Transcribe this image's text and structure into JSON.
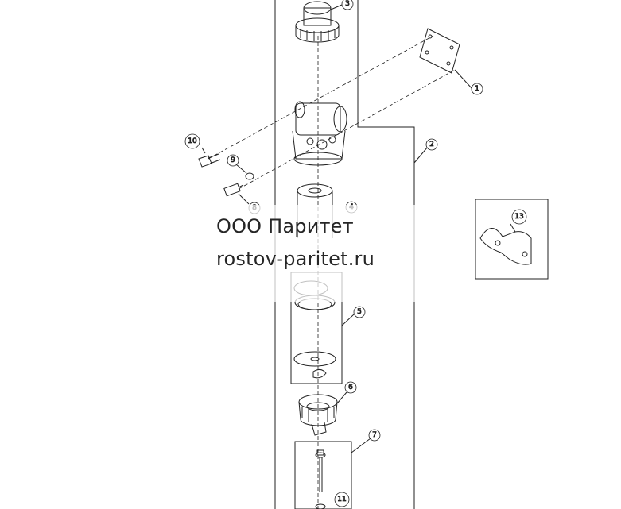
{
  "watermark": {
    "line1": "ООО Паритет",
    "line2": "rostov-paritet.ru"
  },
  "callouts": [
    "1",
    "2",
    "3",
    "4",
    "5",
    "6",
    "7",
    "8",
    "9",
    "10",
    "11",
    "13"
  ],
  "colors": {
    "line": "#222222",
    "watermark_text": "#262626"
  }
}
